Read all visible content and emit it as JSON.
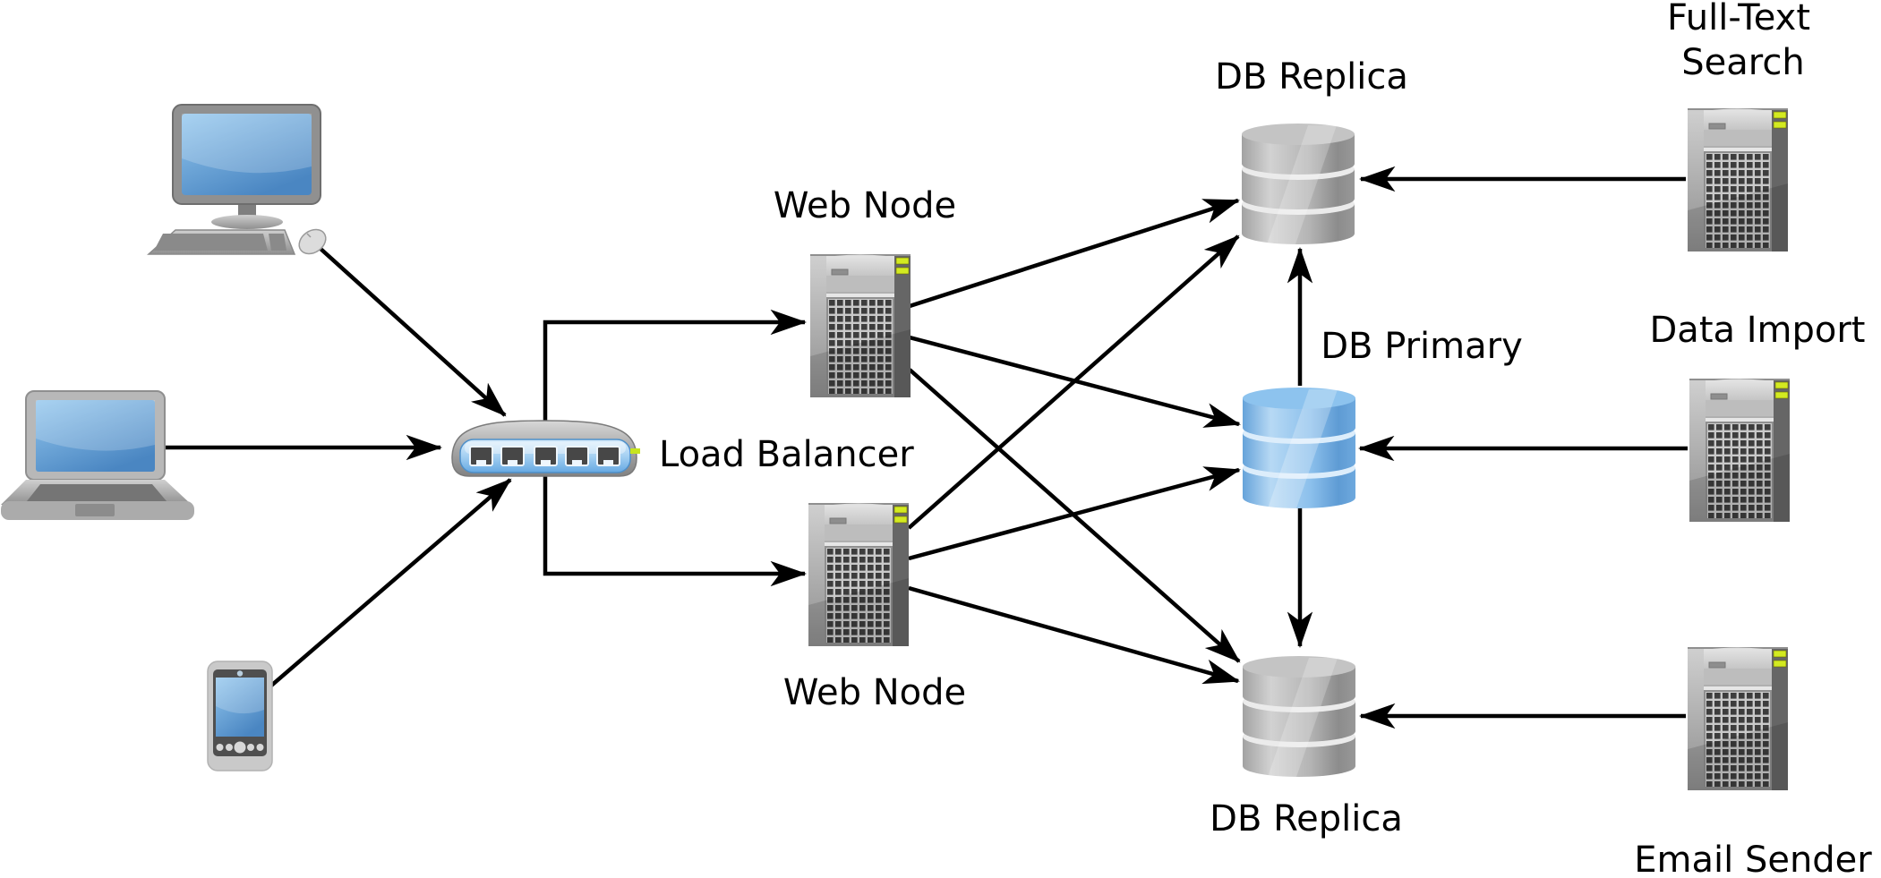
{
  "diagram": {
    "background": "#ffffff",
    "nodes": {
      "desktop_client": {
        "icon": "desktop-computer-icon"
      },
      "laptop_client": {
        "icon": "laptop-icon"
      },
      "phone_client": {
        "icon": "smartphone-icon"
      },
      "load_balancer": {
        "label": "Load Balancer",
        "icon": "network-switch-icon"
      },
      "web_node_top": {
        "label": "Web Node",
        "icon": "server-tower-icon"
      },
      "web_node_bottom": {
        "label": "Web Node",
        "icon": "server-tower-icon"
      },
      "db_replica_top": {
        "label": "DB Replica",
        "icon": "database-cylinder-icon",
        "color": "#a9a9a9"
      },
      "db_primary": {
        "label": "DB Primary",
        "icon": "database-cylinder-icon",
        "color": "#7ab3e4"
      },
      "db_replica_bottom": {
        "label": "DB Replica",
        "icon": "database-cylinder-icon",
        "color": "#a9a9a9"
      },
      "full_text_search": {
        "label": "Full-Text Search",
        "label_line1": "Full-Text",
        "label_line2": "Search",
        "icon": "server-tower-icon"
      },
      "data_import": {
        "label": "Data Import",
        "icon": "server-tower-icon"
      },
      "email_sender": {
        "label": "Email Sender",
        "icon": "server-tower-icon"
      }
    },
    "edges": [
      {
        "from": "desktop_client",
        "to": "load_balancer"
      },
      {
        "from": "laptop_client",
        "to": "load_balancer"
      },
      {
        "from": "phone_client",
        "to": "load_balancer"
      },
      {
        "from": "load_balancer",
        "to": "web_node_top"
      },
      {
        "from": "load_balancer",
        "to": "web_node_bottom"
      },
      {
        "from": "web_node_top",
        "to": "db_replica_top"
      },
      {
        "from": "web_node_top",
        "to": "db_primary"
      },
      {
        "from": "web_node_top",
        "to": "db_replica_bottom"
      },
      {
        "from": "web_node_bottom",
        "to": "db_replica_top"
      },
      {
        "from": "web_node_bottom",
        "to": "db_primary"
      },
      {
        "from": "web_node_bottom",
        "to": "db_replica_bottom"
      },
      {
        "from": "db_primary",
        "to": "db_replica_top"
      },
      {
        "from": "db_primary",
        "to": "db_replica_bottom"
      },
      {
        "from": "full_text_search",
        "to": "db_replica_top"
      },
      {
        "from": "data_import",
        "to": "db_primary"
      },
      {
        "from": "email_sender",
        "to": "db_replica_bottom"
      }
    ],
    "colors": {
      "arrow": "#000000",
      "text": "#000000",
      "screen_blue": "#5b9bd5",
      "db_primary_blue": "#7ab3e4",
      "db_replica_gray": "#a9a9a9",
      "led_green": "#d3ea21",
      "switch_panel_blue": "#7cb9e8"
    }
  }
}
